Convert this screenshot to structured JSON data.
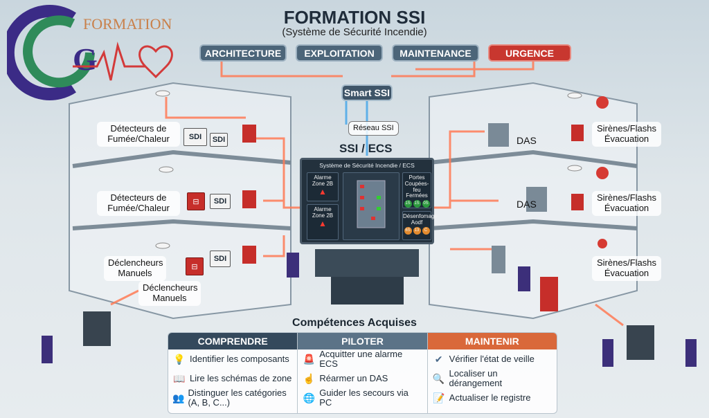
{
  "logo": {
    "text": "FORMATION",
    "letters": "GC"
  },
  "header": {
    "title": "FORMATION SSI",
    "subtitle": "(Système de Sécurité Incendie)"
  },
  "tabs": [
    {
      "label": "ARCHITECTURE"
    },
    {
      "label": "EXPLOITATION"
    },
    {
      "label": "MAINTENANCE"
    },
    {
      "label": "URGENCE"
    }
  ],
  "network": {
    "smart": "Smart SSI",
    "reseau": "Réseau SSI",
    "center": "SSI / ECS"
  },
  "left_labels": {
    "det1": "Détecteurs de Fumée/Chaleur",
    "det2": "Détecteurs de Fumée/Chaleur",
    "decl1": "Déclencheurs Manuels",
    "decl2": "Déclencheurs Manuels",
    "sdi": "SDI"
  },
  "right_labels": {
    "das1": "DAS",
    "das2": "DAS",
    "sir1": "Sirènes/Flashs Évacuation",
    "sir2": "Sirènes/Flashs Évacuation",
    "sir3": "Sirènes/Flashs Évacuation"
  },
  "screen": {
    "title": "Système de Sécurité Incendie / ECS",
    "alarm1": "Alarme Zone 2B",
    "alarm2": "Alarme Zone 2B",
    "doors": "Portes Coupées-feu Fermées",
    "smoke": "Désenfomage Aodf",
    "door_badges": [
      "1S",
      "1S",
      "0S"
    ],
    "smoke_badges": [
      "6S",
      "13",
      "C"
    ]
  },
  "skills": {
    "title": "Compétences Acquises",
    "columns": [
      {
        "header": "COMPRENDRE",
        "color": "#34495c",
        "items": [
          {
            "icon": "lightbulb",
            "text": "Identifier les composants"
          },
          {
            "icon": "book",
            "text": "Lire les schémas de zone"
          },
          {
            "icon": "people",
            "text": "Distinguer les catégories (A, B, C...)"
          }
        ]
      },
      {
        "header": "PILOTER",
        "color": "#5b7387",
        "items": [
          {
            "icon": "siren",
            "text": "Acquitter une alarme ECS"
          },
          {
            "icon": "reset-hand",
            "text": "Réarmer un DAS"
          },
          {
            "icon": "globe-hand",
            "text": "Guider les secours via PC"
          }
        ]
      },
      {
        "header": "MAINTENIR",
        "color": "#d9683a",
        "items": [
          {
            "icon": "check-circle",
            "text": "Vérifier l'état de veille"
          },
          {
            "icon": "magnifier",
            "text": "Localiser un dérangement"
          },
          {
            "icon": "notepad",
            "text": "Actualiser le registre"
          }
        ]
      }
    ]
  }
}
